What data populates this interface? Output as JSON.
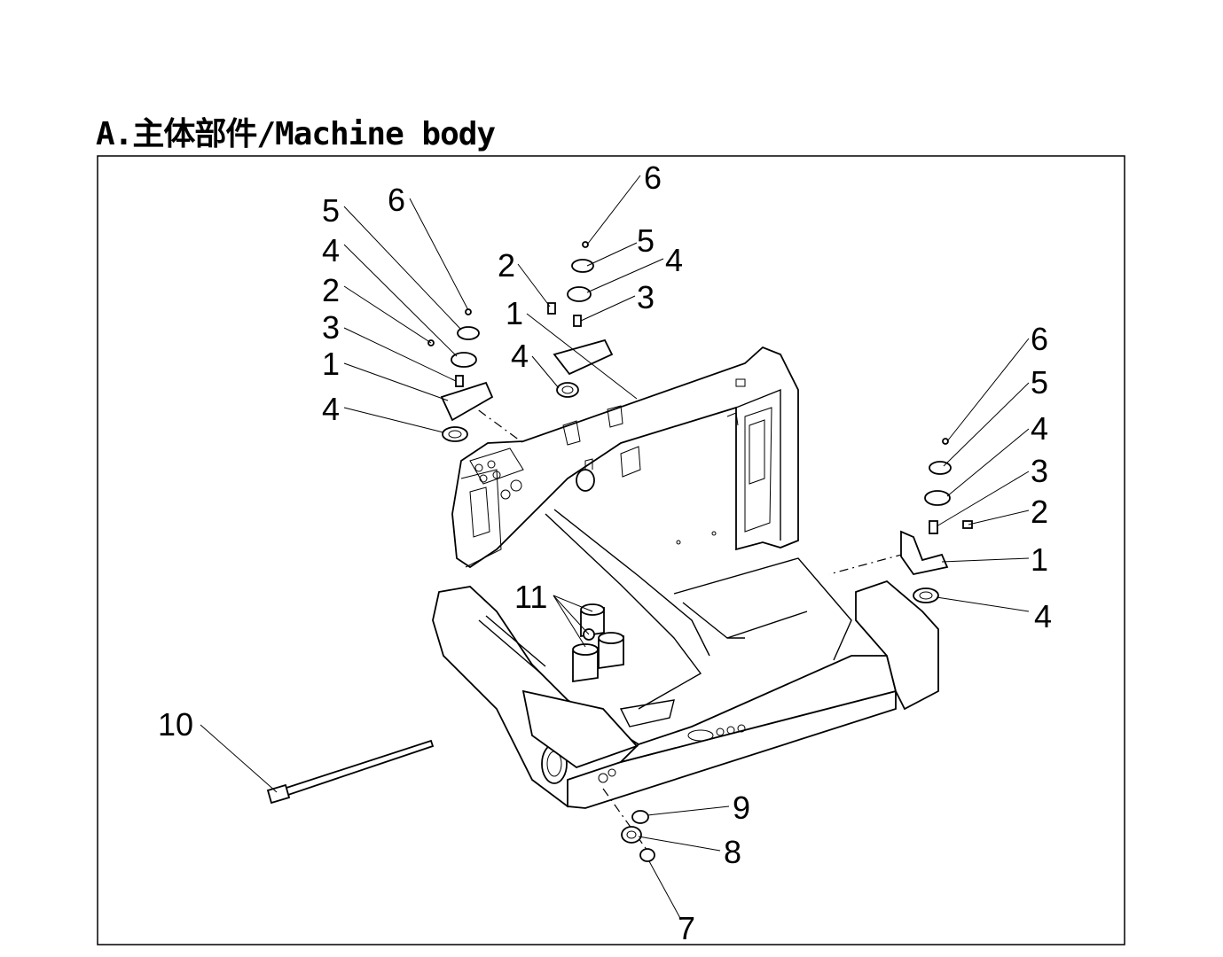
{
  "title": "A.主体部件/Machine body",
  "callouts": {
    "left_group": [
      "5",
      "4",
      "2",
      "3",
      "1",
      "4",
      "6"
    ],
    "center_group": [
      "6",
      "5",
      "4",
      "3",
      "2",
      "1",
      "4"
    ],
    "right_group": [
      "6",
      "5",
      "4",
      "3",
      "2",
      "1",
      "4"
    ],
    "bottom_group": [
      "9",
      "8",
      "7"
    ],
    "rubber_cushions": "11",
    "strap": "10"
  }
}
